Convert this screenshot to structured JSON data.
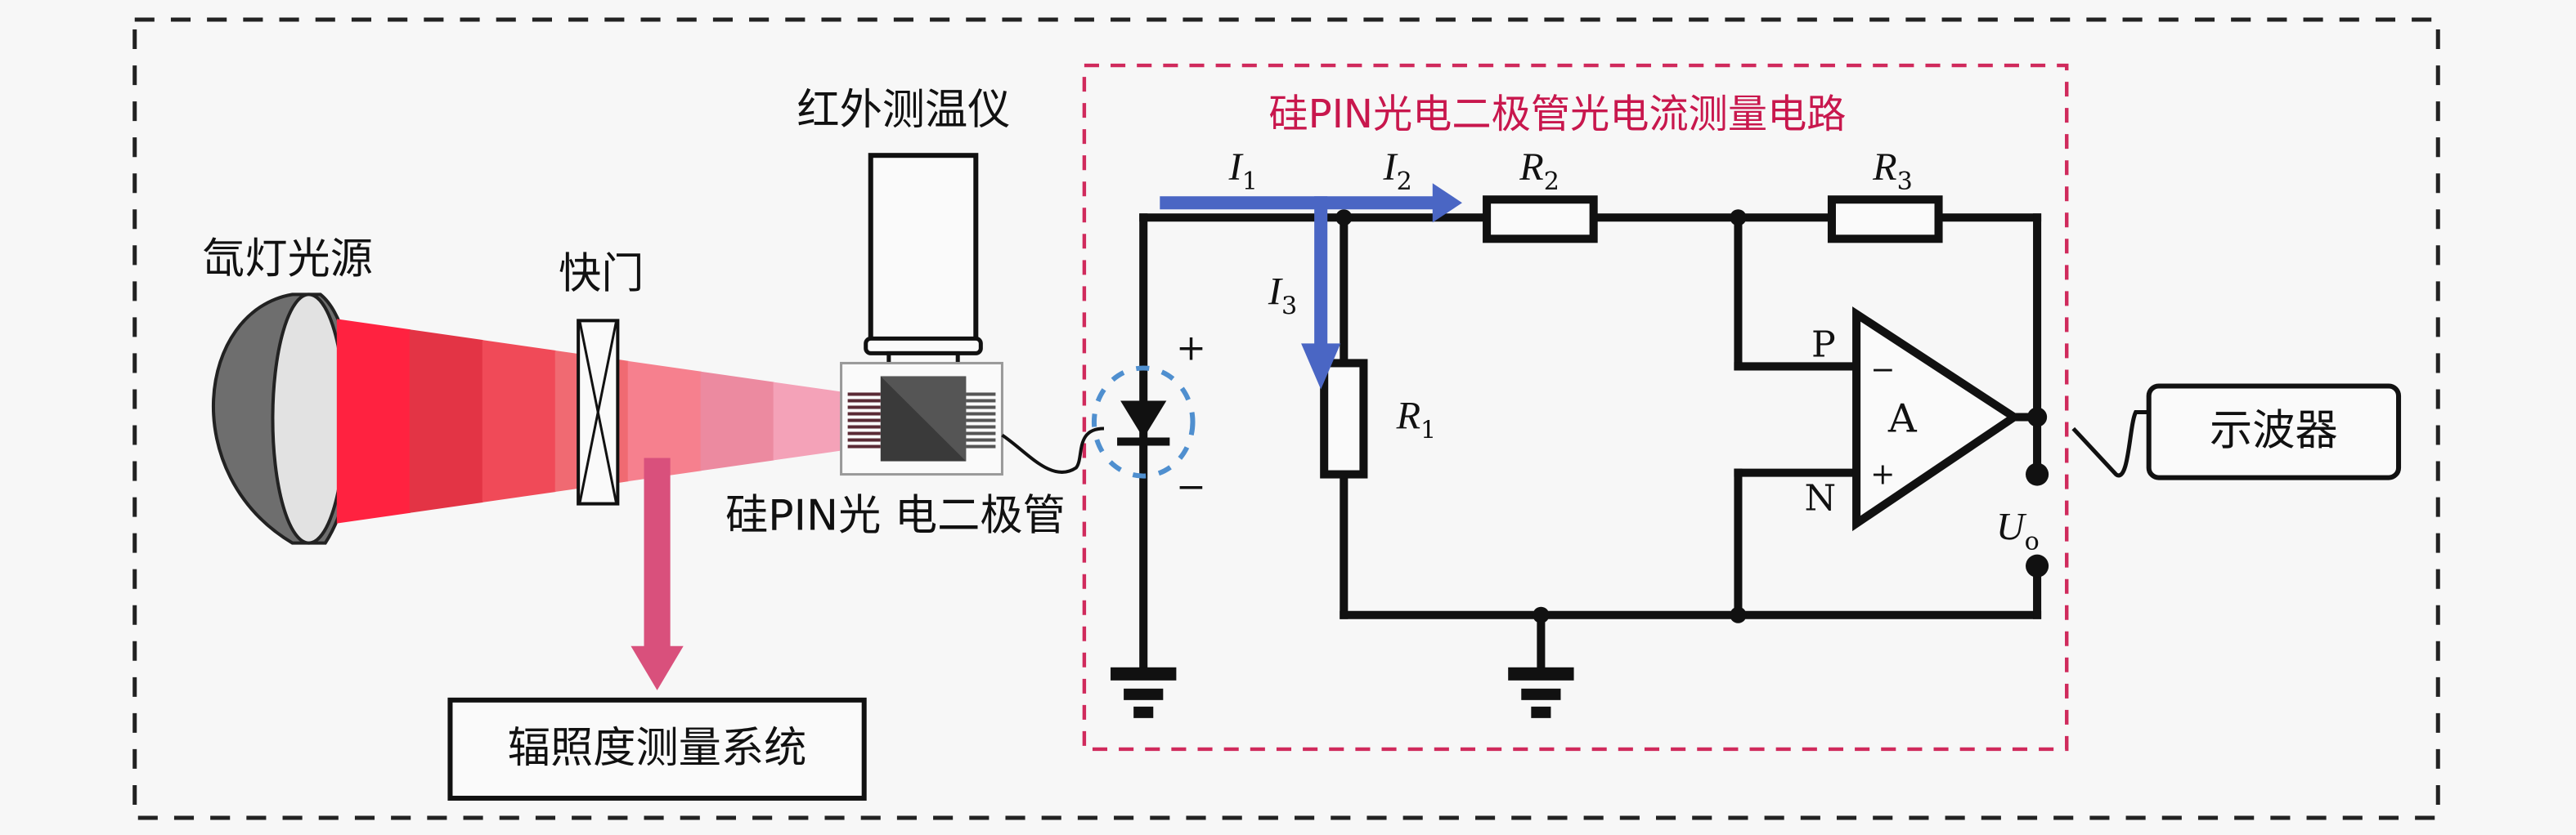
{
  "colors": {
    "background": "#f7f7f7",
    "outer_border": "#222222",
    "inner_border": "#d02a5c",
    "title_text": "#c8174d",
    "wire": "#111111",
    "current_arrow": "#4a66c4",
    "lamp_shell": "#6e6e6e",
    "lamp_face": "#e2e2e2",
    "beam": [
      "#ff2240",
      "#e33445",
      "#f04a58",
      "#f06a72",
      "#f6808e",
      "#ec8aa0",
      "#f4a2b8"
    ],
    "irradiance_arrow": "#d9507c",
    "diode_highlight": "#4f8fcf"
  },
  "labels": {
    "lamp": "氙灯光源",
    "shutter": "快门",
    "ir_thermometer": "红外测温仪",
    "photodiode": "硅PIN光 电二极管",
    "irradiance_system": "辐照度测量系统",
    "oscilloscope": "示波器",
    "circuit_title": "硅PIN光电二极管光电流测量电路"
  },
  "circuit": {
    "currents": [
      {
        "name": "I",
        "sub": "1"
      },
      {
        "name": "I",
        "sub": "2"
      },
      {
        "name": "I",
        "sub": "3"
      }
    ],
    "resistors": [
      {
        "name": "R",
        "sub": "1"
      },
      {
        "name": "R",
        "sub": "2"
      },
      {
        "name": "R",
        "sub": "3"
      }
    ],
    "opamp": {
      "label": "A",
      "inverting_pin": "P",
      "noninverting_pin": "N",
      "minus": "−",
      "plus": "+"
    },
    "output": {
      "name": "U",
      "sub": "o"
    },
    "diode_polarity": {
      "plus": "+",
      "minus": "−"
    }
  }
}
